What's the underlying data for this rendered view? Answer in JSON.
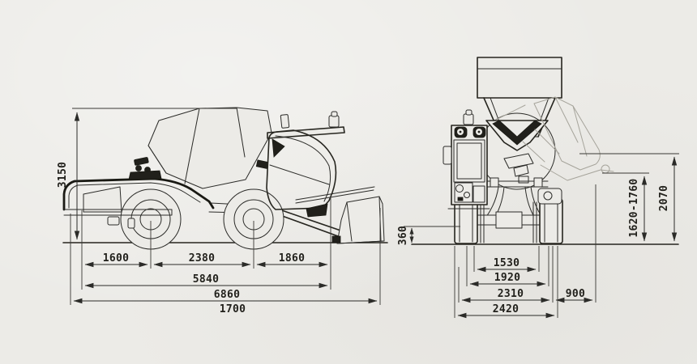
{
  "meta": {
    "drawing_type": "concrete mixer truck dimensional drawing",
    "background_color": "#ecebe7",
    "line_color": "#2b2b28",
    "phantom_line_color": "#a6a49b",
    "views": [
      "side view",
      "front view"
    ]
  },
  "side_view": {
    "dimensions": {
      "overall_height": "3150",
      "rear_overhang": "1600",
      "wheelbase": "2380",
      "front_section": "1860",
      "chassis_length": "5840",
      "overall_length": "6860",
      "secondary_length_label": "1700"
    }
  },
  "front_view": {
    "dimensions": {
      "ground_clearance": "360",
      "track_inner_width": "1530",
      "track_width": "1920",
      "body_width": "2310",
      "bucket_side_offset": "900",
      "overall_width": "2420",
      "discharge_height_range": "1620-1760",
      "discharge_height_max": "2070"
    }
  }
}
